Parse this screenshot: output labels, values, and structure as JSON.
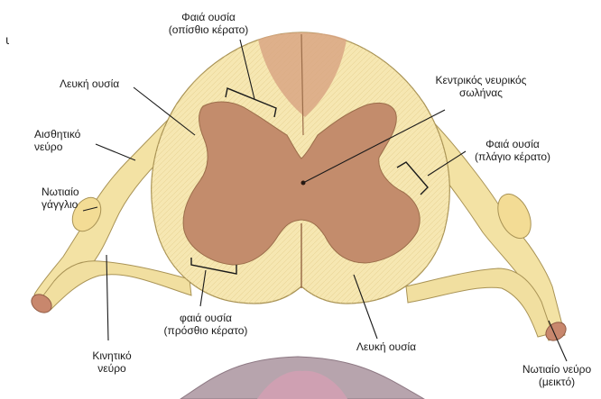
{
  "figure": {
    "corner_mark": "ι",
    "labels": {
      "gray_posterior": "Φαιά ουσία\n(οπίσθιο κέρατο)",
      "white_upper_left": "Λευκή ουσία",
      "central_canal": "Κεντρικός νευρικός\nσωλήνας",
      "sensory_nerve": "Αισθητικό\nνεύρο",
      "gray_lateral": "Φαιά ουσία\n(πλάγιο κέρατο)",
      "spinal_ganglion": "Νωτιαίο\nγάγγλιο",
      "gray_anterior": "φαιά ουσία\n(πρόσθιο κέρατο)",
      "white_lower_right": "Λευκή ουσία",
      "motor_nerve": "Κινητικό\nνεύρο",
      "spinal_nerve_mixed": "Νωτιαίο νεύρο\n(μεικτό)"
    },
    "colors": {
      "white_matter": "#f6e7b2",
      "gray_matter": "#c38c6c",
      "nerve": "#f3e2a4",
      "nerve_end": "#c8876d",
      "posterior_column": "#d9a684",
      "line": "#1a1a1a"
    }
  }
}
